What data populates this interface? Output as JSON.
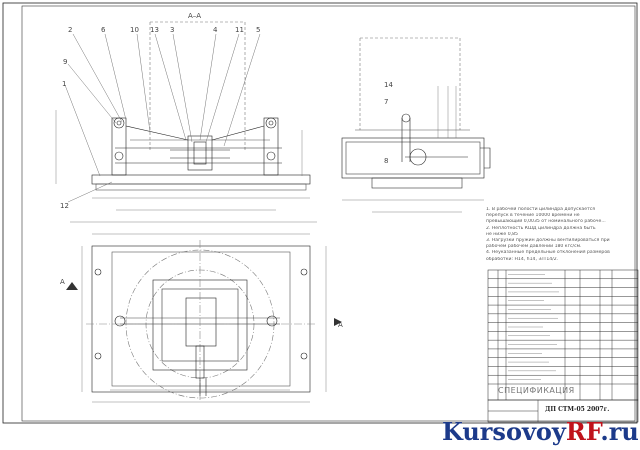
{
  "drawing": {
    "section_label": "А–А",
    "callouts_front": [
      "2",
      "6",
      "10",
      "13",
      "3",
      "4",
      "11",
      "5",
      "9",
      "1",
      "12"
    ],
    "callouts_side": [
      "14",
      "7",
      "8"
    ],
    "section_mark_left": "А",
    "section_mark_right": "А"
  },
  "notes": {
    "lines": [
      "1. В рабочей полости цилиндра допускается",
      "перепуск в течение 10000 времени не",
      "превышающий 0,0035 от номинального рабоче...",
      "2. Неплотность КШД цилиндра должна быть",
      "не ниже 0,85",
      "3. Нагрузки пружин должны вентилироваться при",
      "рабочем рабочем давлении 180 кгс/см.",
      "4. Неуказанные предельные отклонения размеров",
      "обработки: H14, h14, ±IT14/2."
    ]
  },
  "spec": {
    "caption": "СПЕЦИФИКАЦИЯ",
    "rows": 13
  },
  "title_block": {
    "code": "ДП СТМ-05 2007г."
  },
  "watermark": {
    "part1": "Kursovoy",
    "part2": "RF",
    "part3": ".ru"
  }
}
